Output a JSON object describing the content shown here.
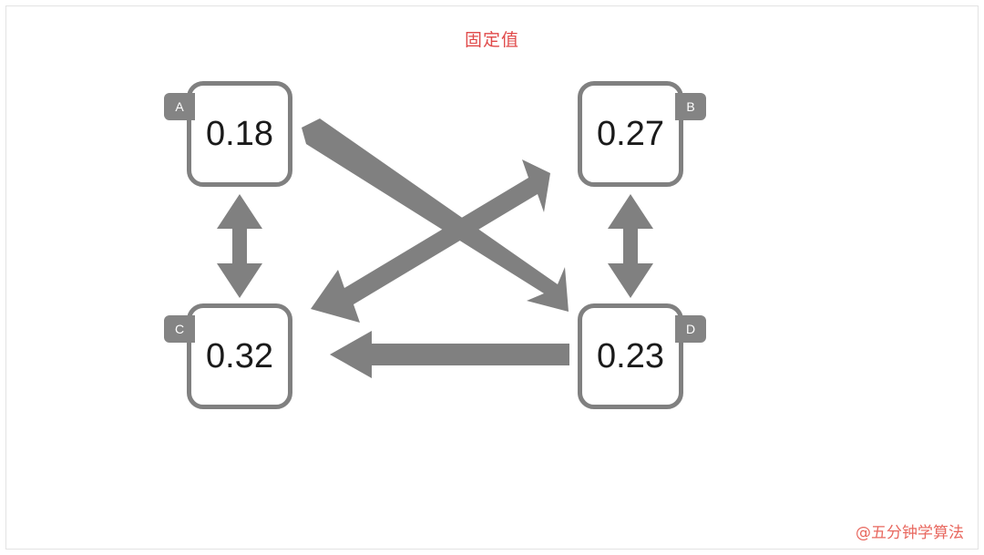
{
  "title": "固定值",
  "watermark": "@五分钟学算法",
  "colors": {
    "title": "#e04a4a",
    "watermark": "#e8685f",
    "arrow": "#808080",
    "node_border": "#808080",
    "node_tag": "#848484",
    "node_fill": "#ffffff",
    "value_text": "#1a1a1a",
    "frame": "#e3e3e3",
    "background": "#ffffff"
  },
  "nodes": [
    {
      "id": "A",
      "tag": "A",
      "tag_side": "left",
      "value": "0.18"
    },
    {
      "id": "B",
      "tag": "B",
      "tag_side": "right",
      "value": "0.27"
    },
    {
      "id": "C",
      "tag": "C",
      "tag_side": "left",
      "value": "0.32"
    },
    {
      "id": "D",
      "tag": "D",
      "tag_side": "right",
      "value": "0.23"
    }
  ],
  "edges": [
    {
      "id": "a-c",
      "from": "A",
      "to": "C",
      "heads": "both",
      "orientation": "vertical"
    },
    {
      "id": "b-d",
      "from": "B",
      "to": "D",
      "heads": "both",
      "orientation": "vertical"
    },
    {
      "id": "c-b",
      "from": "C",
      "to": "B",
      "heads": "both",
      "orientation": "diagonal-up"
    },
    {
      "id": "a-d",
      "from": "A",
      "to": "D",
      "heads": "single",
      "orientation": "diagonal-down"
    },
    {
      "id": "d-c",
      "from": "D",
      "to": "C",
      "heads": "single",
      "orientation": "horizontal"
    }
  ]
}
